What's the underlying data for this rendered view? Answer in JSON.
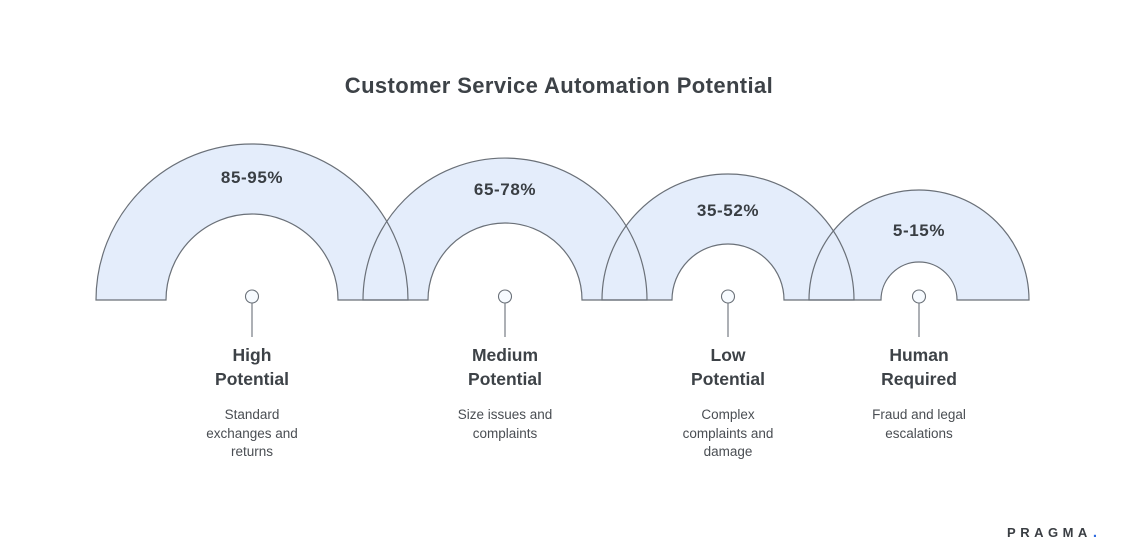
{
  "diagram": {
    "title": "Customer Service Automation Potential",
    "segments": [
      {
        "range": "85-95%",
        "label": "High\nPotential",
        "description": "Standard\nexchanges and\nreturns"
      },
      {
        "range": "65-78%",
        "label": "Medium\nPotential",
        "description": "Size issues and\ncomplaints"
      },
      {
        "range": "35-52%",
        "label": "Low\nPotential",
        "description": "Complex\ncomplaints and\ndamage"
      },
      {
        "range": "5-15%",
        "label": "Human\nRequired",
        "description": "Fraud and legal\nescalations"
      }
    ],
    "colors": {
      "arch_fill": "#e4edfb",
      "arch_stroke": "#6a7078",
      "marker_fill": "#f7fbff",
      "text_dark": "#3d4247",
      "text_muted": "#4a4e53",
      "brand_dot": "#2f6be0"
    },
    "brand": {
      "name": "PRAGMA",
      "dot": "."
    }
  },
  "chart_data": {
    "type": "arc-range",
    "title": "Customer Service Automation Potential",
    "categories": [
      "High Potential",
      "Medium Potential",
      "Low Potential",
      "Human Required"
    ],
    "range_labels": [
      "85-95%",
      "65-78%",
      "35-52%",
      "5-15%"
    ],
    "ranges_pct": [
      [
        85,
        95
      ],
      [
        65,
        78
      ],
      [
        35,
        52
      ],
      [
        5,
        15
      ]
    ],
    "descriptions": [
      "Standard exchanges and returns",
      "Size issues and complaints",
      "Complex complaints and damage",
      "Fraud and legal escalations"
    ],
    "legend": "none",
    "grid": false
  }
}
